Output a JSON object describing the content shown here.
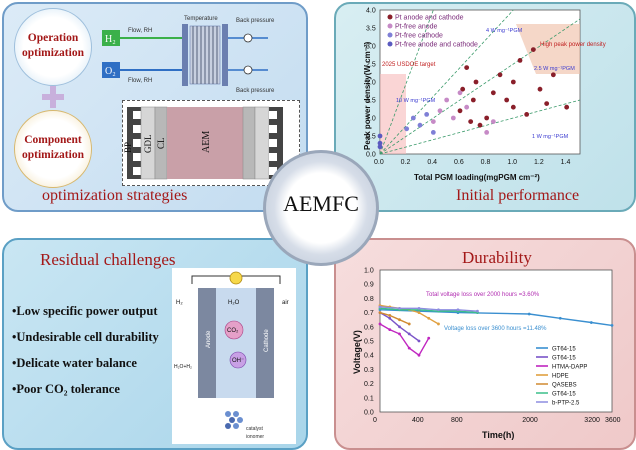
{
  "center": {
    "label": "AEMFC"
  },
  "optimization": {
    "caption": "optimization strategies",
    "operation_label": [
      "Operation",
      "optimization"
    ],
    "component_label": [
      "Component",
      "optimization"
    ],
    "h2": "H₂",
    "o2": "O₂",
    "flow_h2": "Flow, RH",
    "flow_o2": "Flow, RH",
    "temperature": "Temperature",
    "back_pressure_1": "Back pressure",
    "back_pressure_2": "Back pressure",
    "layers": [
      "BP",
      "GDL",
      "CL",
      "AEM"
    ]
  },
  "initial_performance": {
    "caption": "Initial performance",
    "chart_data": {
      "type": "scatter",
      "xlabel": "Total PGM loading(mgPGM cm⁻²)",
      "ylabel": "Peak power density(W cm⁻²)",
      "xlim": [
        0,
        1.5
      ],
      "ylim": [
        0,
        4.0
      ],
      "x_ticks": [
        "0.0",
        "0.2",
        "0.4",
        "0.6",
        "0.8",
        "1.0",
        "1.2",
        "1.4"
      ],
      "y_ticks": [
        "0.0",
        "0.5",
        "1.0",
        "1.5",
        "2.0",
        "2.5",
        "3.0",
        "3.5",
        "4.0"
      ],
      "legend": [
        "Pt anode and cathode",
        "Pt-free anode",
        "Pt-free cathode",
        "Pt-free anode and cathode"
      ],
      "annotations": [
        "2025 USDOE target",
        "High peak power density",
        "10 W mg⁻¹PGM",
        "4 W mg⁻¹PGM",
        "2.5 W mg⁻¹PGM",
        "1 W mg⁻¹PGM"
      ],
      "series": [
        {
          "name": "Pt anode and cathode",
          "color": "#8a1f2a",
          "x": [
            0.6,
            0.62,
            0.65,
            0.7,
            0.72,
            0.8,
            0.85,
            0.9,
            1.0,
            1.0,
            1.05,
            1.1,
            1.2,
            1.25,
            1.3,
            1.4,
            0.75,
            0.95,
            1.15,
            0.68
          ],
          "y": [
            1.2,
            1.8,
            2.4,
            1.5,
            2.0,
            1.0,
            1.7,
            2.2,
            1.3,
            2.0,
            2.6,
            1.1,
            1.8,
            1.4,
            2.2,
            1.3,
            0.8,
            1.5,
            2.9,
            0.9
          ]
        },
        {
          "name": "Pt-free anode",
          "color": "#c68ac6",
          "x": [
            0.4,
            0.45,
            0.5,
            0.55,
            0.6,
            0.65,
            0.8,
            0.85
          ],
          "y": [
            0.9,
            1.2,
            1.5,
            1.0,
            1.7,
            1.3,
            0.6,
            0.9
          ]
        },
        {
          "name": "Pt-free cathode",
          "color": "#7f7fd6",
          "x": [
            0.2,
            0.25,
            0.3,
            0.35,
            0.4
          ],
          "y": [
            0.7,
            1.0,
            0.8,
            1.1,
            0.6
          ]
        },
        {
          "name": "Pt-free anode and cathode",
          "color": "#5a5ac0",
          "x": [
            0.0,
            0.0,
            0.0
          ],
          "y": [
            0.3,
            0.5,
            0.2
          ]
        }
      ]
    }
  },
  "challenges": {
    "title": "Residual challenges",
    "items": [
      "Low specific power output",
      "Undesirable cell durability",
      "Delicate water balance",
      "Poor CO₂ tolerance"
    ],
    "cell_labels": {
      "h2": "H₂",
      "air": "air",
      "h2o_h2": "H₂O+H₂",
      "h2o": "H₂O",
      "anode": "Anode",
      "cathode": "Cathode",
      "co2": "CO₂",
      "oh": "OH⁻"
    },
    "cell_legend": [
      "catalyst",
      "ionomer"
    ]
  },
  "durability": {
    "title": "Durability",
    "chart_data": {
      "type": "line",
      "xlabel": "Time(h)",
      "ylabel": "Voltage(V)",
      "xlim": [
        0,
        3600
      ],
      "ylim": [
        0.0,
        1.0
      ],
      "x_ticks": [
        "0",
        "400",
        "800",
        "2000",
        "3200",
        "3600"
      ],
      "y_ticks": [
        "0.0",
        "0.1",
        "0.2",
        "0.3",
        "0.4",
        "0.5",
        "0.6",
        "0.7",
        "0.8",
        "0.9",
        "1.0"
      ],
      "annotations": [
        "Total voltage loss over 2000 hours =3.60%",
        "Voltage loss over 3600 hours =11.48%"
      ],
      "series": [
        {
          "name": "GT64-15",
          "color": "#3a8fd0",
          "x": [
            0,
            400,
            800,
            2000,
            2600,
            3200,
            3600
          ],
          "y": [
            0.72,
            0.71,
            0.7,
            0.69,
            0.66,
            0.63,
            0.61
          ]
        },
        {
          "name": "GT64-15",
          "color": "#7a54c8",
          "x": [
            0,
            100,
            200,
            300,
            400
          ],
          "y": [
            0.7,
            0.66,
            0.6,
            0.55,
            0.5
          ]
        },
        {
          "name": "HTMA-DAPP",
          "color": "#c026c0",
          "x": [
            0,
            100,
            200,
            300,
            400,
            500
          ],
          "y": [
            0.62,
            0.58,
            0.55,
            0.45,
            0.4,
            0.52
          ]
        },
        {
          "name": "HDPE",
          "color": "#e0a040",
          "x": [
            0,
            100,
            200,
            300,
            400,
            500,
            600
          ],
          "y": [
            0.75,
            0.74,
            0.73,
            0.72,
            0.7,
            0.66,
            0.62
          ]
        },
        {
          "name": "QASEBS",
          "color": "#d08a30",
          "x": [
            0,
            100,
            200,
            300
          ],
          "y": [
            0.7,
            0.68,
            0.65,
            0.62
          ]
        },
        {
          "name": "GT64-15",
          "color": "#3bbf8a",
          "x": [
            0,
            200,
            400,
            600,
            800,
            1000
          ],
          "y": [
            0.73,
            0.72,
            0.72,
            0.71,
            0.71,
            0.7
          ]
        },
        {
          "name": "b-PTP-2.5",
          "color": "#8d8de0",
          "x": [
            0,
            200,
            400,
            600,
            800,
            1000
          ],
          "y": [
            0.74,
            0.73,
            0.73,
            0.72,
            0.72,
            0.71
          ]
        }
      ]
    }
  }
}
